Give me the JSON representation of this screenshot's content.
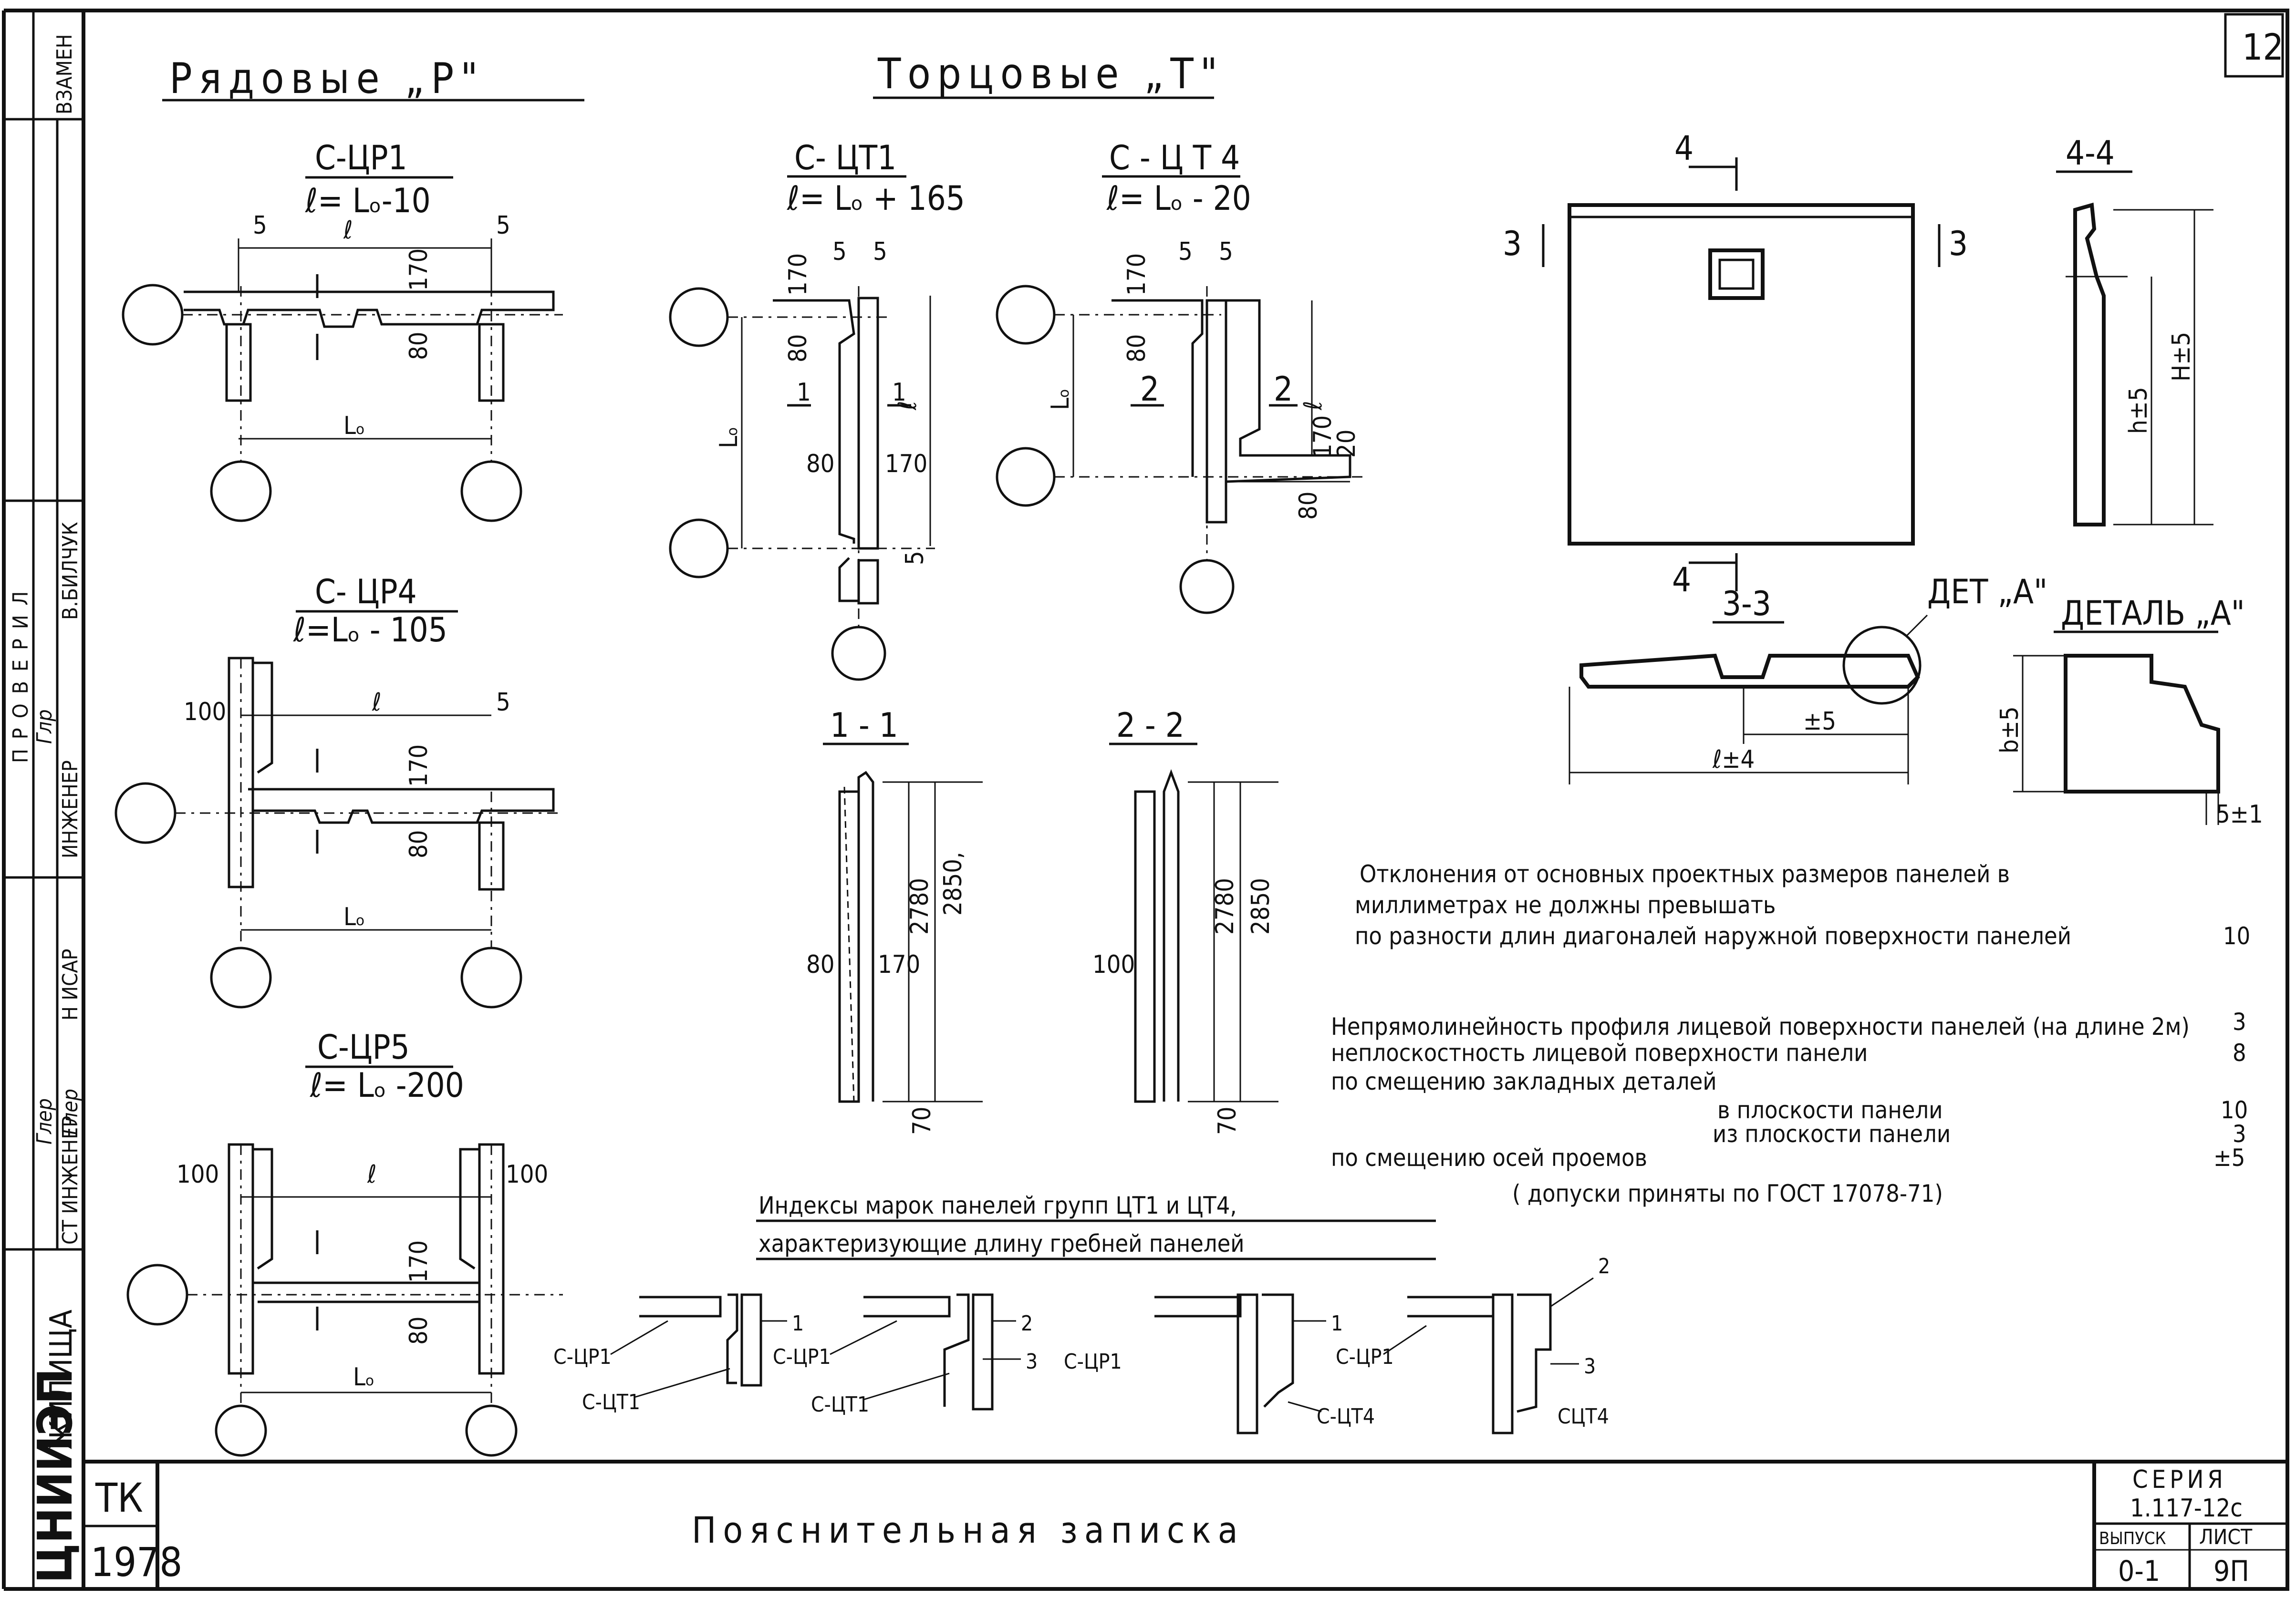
{
  "sheet": {
    "number": "12",
    "stamp_left": "ВЗАМЕН",
    "checked_label": "ПРОВЕРИЛ",
    "checked_name": "В.БИЛЧУК",
    "engineer_label": "ИНЖЕНЕР",
    "engineer_sig": "Глр",
    "designer_label": "Н ИСАР",
    "designer_sig": "Глер",
    "senior_engineer_label": "СТ ИНЖЕНЕР",
    "senior_engineer_sig": "Глер",
    "org_label": "ЖИЛИЩА",
    "org_name": "ЦНИИЭП"
  },
  "headings": {
    "ordinary": "Рядовые „Р\"",
    "end": "Торцовые „Т\""
  },
  "marks": {
    "cr1": {
      "name": "С-ЦР1",
      "formula": "ℓ= Lₒ-10"
    },
    "cr4": {
      "name": "С- ЦР4",
      "formula": "ℓ=Lₒ - 105"
    },
    "cr5": {
      "name": "С-ЦР5",
      "formula": "ℓ= Lₒ -200"
    },
    "ct1": {
      "name": "С- ЦТ1",
      "formula": "ℓ= Lₒ + 165"
    },
    "ct4": {
      "name": "С - Ц Т 4",
      "formula": "ℓ= Lₒ - 20"
    }
  },
  "dims": {
    "d5": "5",
    "d80": "80",
    "d100": "100",
    "d170": "170",
    "d20": "20",
    "d70": "70",
    "d2780": "2780",
    "d2850": "2850",
    "d2850c": "2850,",
    "l": "ℓ",
    "lo": "Lₒ",
    "h5": "h±5",
    "H5": "H±5",
    "b5": "b±5",
    "l4": "ℓ±4",
    "pm5": "±5",
    "d5pm1": "5±1",
    "cut1": "1",
    "cut2": "2",
    "cut3": "3",
    "cut4": "4"
  },
  "sections": {
    "s11": "1 - 1",
    "s22": "2 - 2",
    "s33": "3-3",
    "s44": "4-4",
    "detail_a": "ДЕТАЛЬ „А\"",
    "det_a_ref": "ДЕТ „А\""
  },
  "tolerances": {
    "intro1": "Отклонения от основных проектных размеров панелей в",
    "intro2": "миллиметрах не должны превышать",
    "rows": [
      {
        "label": "по разности длин диагоналей наружной поверхности панелей",
        "value": "10"
      },
      {
        "label": "Непрямолинейность профиля лицевой поверхности панелей (на длине 2м)",
        "value": "3"
      },
      {
        "label": "неплоскостность лицевой поверхности панели",
        "value": "8"
      },
      {
        "label": "по смещению закладных деталей",
        "value": ""
      },
      {
        "label": "в плоскости панели",
        "value": "10"
      },
      {
        "label": "из плоскости панели",
        "value": "3"
      },
      {
        "label": "по смещению осей проемов",
        "value": "±5"
      }
    ],
    "footnote": "( допуски приняты по ГОСТ 17078-71)"
  },
  "indexes": {
    "title1": "Индексы марок панелей групп ЦТ1 и ЦТ4,",
    "title2": "характеризующие длину гребней панелей",
    "labels": {
      "cr1": "С-ЦР1",
      "ct1": "С-ЦТ1",
      "ct4": "С-ЦТ4",
      "ct4b": "СЦТ4",
      "i1": "1",
      "i2": "2",
      "i3": "3"
    }
  },
  "title_block": {
    "code": "ТК",
    "year": "1978",
    "title": "Пояснительная записка",
    "series_label": "СЕРИЯ",
    "series_value": "1.117-12с",
    "issue_label": "ВЫПУСК",
    "issue_value": "0-1",
    "sheet_label": "ЛИСТ",
    "sheet_value": "9П"
  }
}
